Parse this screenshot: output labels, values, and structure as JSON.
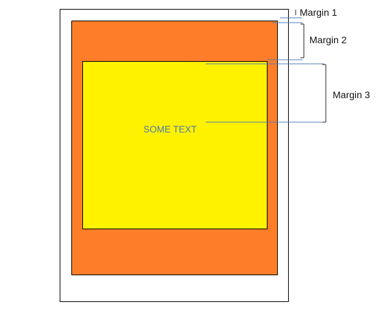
{
  "diagram": {
    "center_text": "SOME TEXT",
    "margin_labels": [
      "Margin 1",
      "Margin 2",
      "Margin 3"
    ]
  },
  "colors": {
    "outer_fill": "#ffffff",
    "middle_fill": "#fd7d28",
    "inner_fill": "#fff200",
    "text_color": "#4a7ab0",
    "leader_line": "#4f7fb5",
    "bracket": "#222222"
  }
}
